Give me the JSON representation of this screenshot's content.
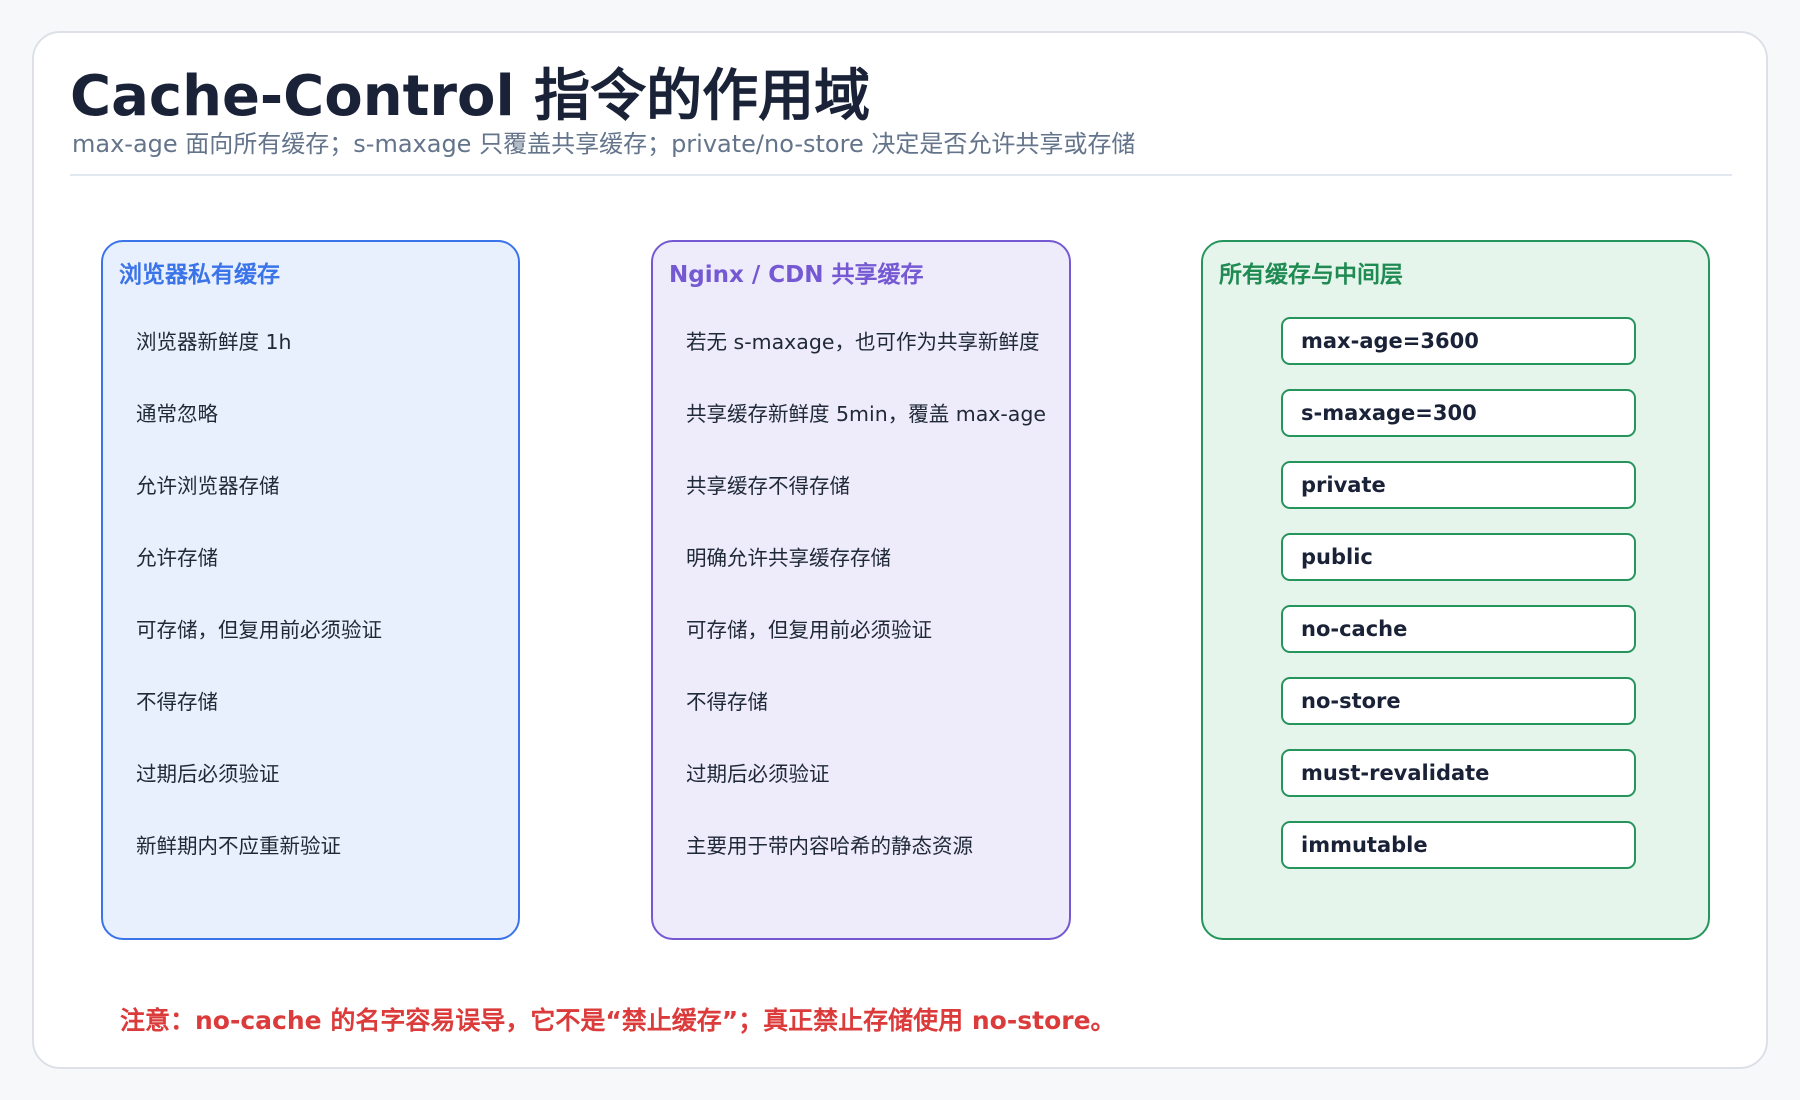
{
  "header": {
    "title": "Cache-Control 指令的作用域",
    "subtitle": "max-age 面向所有缓存；s-maxage 只覆盖共享缓存；private/no-store 决定是否允许共享或存储"
  },
  "columns": {
    "browser": {
      "title": "浏览器私有缓存",
      "rows": [
        "浏览器新鲜度 1h",
        "通常忽略",
        "允许浏览器存储",
        "允许存储",
        "可存储，但复用前必须验证",
        "不得存储",
        "过期后必须验证",
        "新鲜期内不应重新验证"
      ]
    },
    "shared": {
      "title": "Nginx / CDN 共享缓存",
      "rows": [
        "若无 s-maxage，也可作为共享新鲜度",
        "共享缓存新鲜度 5min，覆盖 max-age",
        "共享缓存不得存储",
        "明确允许共享缓存存储",
        "可存储，但复用前必须验证",
        "不得存储",
        "过期后必须验证",
        "主要用于带内容哈希的静态资源"
      ]
    },
    "all": {
      "title": "所有缓存与中间层",
      "directives": [
        "max-age=3600",
        "s-maxage=300",
        "private",
        "public",
        "no-cache",
        "no-store",
        "must-revalidate",
        "immutable"
      ]
    }
  },
  "footer": {
    "note": "注意：no-cache 的名字容易误导，它不是“禁止缓存”；真正禁止存储使用 no-store。"
  },
  "colors": {
    "browser_accent": "#3b74e8",
    "shared_accent": "#7559d3",
    "all_accent": "#26955c",
    "note": "#dc3b3b"
  }
}
